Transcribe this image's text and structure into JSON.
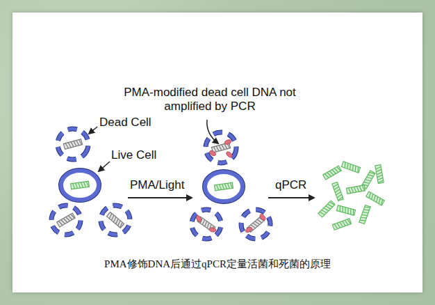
{
  "diagram": {
    "caption": "PMA修饰DNA后通过qPCR定量活菌和死菌的原理",
    "labels": [
      "PMA-modified dead cell DNA not amplified by PCR",
      "Dead Cell",
      "Live Cell",
      "PMA/Light",
      "qPCR"
    ]
  }
}
